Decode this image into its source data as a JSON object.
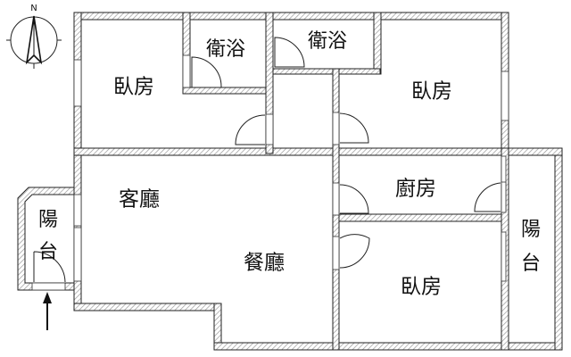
{
  "plan": {
    "compass_letter": "N",
    "rooms": {
      "bedroom_nw": "臥房",
      "bath_1": "衛浴",
      "bath_2": "衛浴",
      "bedroom_ne": "臥房",
      "living": "客廳",
      "dining": "餐廳",
      "kitchen": "廚房",
      "bedroom_se": "臥房",
      "balcony_w_1": "陽",
      "balcony_w_2": "台",
      "balcony_e_1": "陽",
      "balcony_e_2": "台"
    },
    "colors": {
      "wall": "#222222",
      "hatch": "#9a9a9a",
      "background": "#ffffff"
    }
  }
}
